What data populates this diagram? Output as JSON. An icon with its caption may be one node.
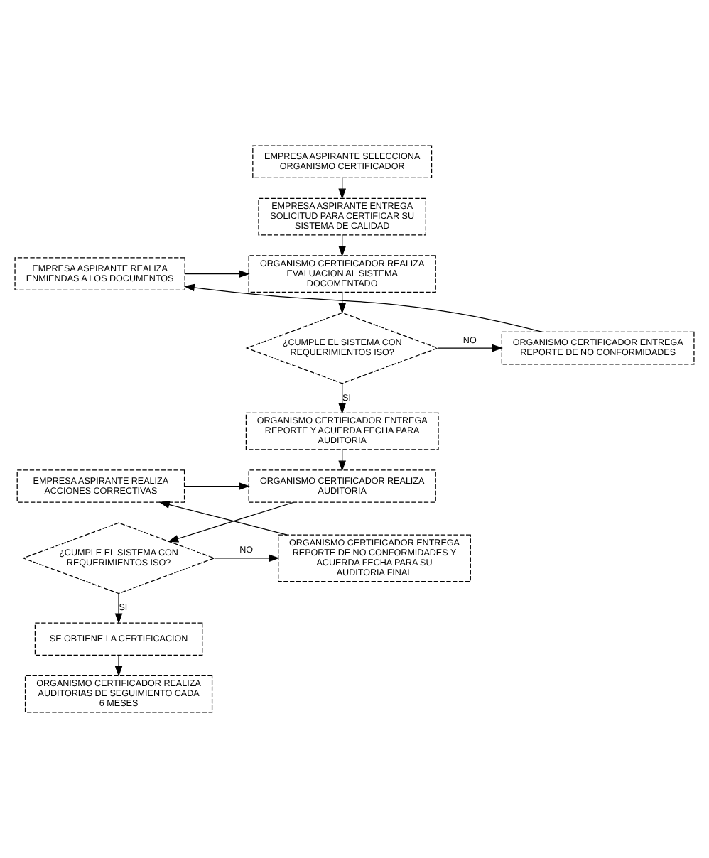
{
  "diagram": {
    "nodes": [
      {
        "text": [
          "EMPRESA ASPIRANTE SELECCIONA ORGANISMO CERTIFICADOR"
        ]
      },
      {
        "text": [
          "EMPRESA ASPIRANTE ENTREGA SOLICITUD PARA CERTIFICAR SU SISTEMA DE CALIDAD"
        ]
      },
      {
        "text": [
          "EMPRESA ASPIRANTE REALIZA ENMIENDAS A LOS DOCUMENTOS"
        ]
      },
      {
        "text": [
          "ORGANISMO CERTIFICADOR REALIZA EVALUACION AL SISTEMA DOCOMENTADO"
        ]
      },
      {
        "text": [
          "ORGANISMO CERTIFICADOR ENTREGA REPORTE DE NO CONFORMIDADES"
        ]
      },
      {
        "text": [
          "¿CUMPLE EL SISTEMA CON REQUERIMIENTOS ISO?"
        ]
      },
      {
        "text": [
          "ORGANISMO CERTIFICADOR ENTREGA REPORTE Y ACUERDA FECHA PARA AUDITORIA"
        ]
      },
      {
        "text": [
          "EMPRESA ASPIRANTE REALIZA ACCIONES CORRECTIVAS"
        ]
      },
      {
        "text": [
          "ORGANISMO CERTIFICADOR REALIZA AUDITORIA"
        ]
      },
      {
        "text": [
          "ORGANISMO CERTIFICADOR ENTREGA REPORTE DE NO CONFORMIDADES Y ACUERDA FECHA PARA SU AUDITORIA FINAL"
        ]
      },
      {
        "text": [
          "¿CUMPLE EL SISTEMA CON REQUERIMIENTOS ISO?"
        ]
      },
      {
        "text": [
          "SE OBTIENE LA CERTIFICACION"
        ]
      },
      {
        "text": [
          "ORGANISMO CERTIFICADOR REALIZA AUDITORIAS DE SEGUIMIENTO CADA 6 MESES"
        ]
      }
    ],
    "edges": [
      {
        "from": 0,
        "to": 1,
        "arrow": "to"
      },
      {
        "from": 1,
        "to": 3,
        "arrow": "to"
      },
      {
        "from": 3,
        "to": 5,
        "arrow": "to"
      },
      {
        "from": 5,
        "to": 4,
        "arrow": "to",
        "label": "NO"
      },
      {
        "from": 4,
        "to": 2,
        "arrow": "to"
      },
      {
        "from": 2,
        "to": 3,
        "arrow": "to"
      },
      {
        "from": 5,
        "to": 6,
        "arrow": "to",
        "label": "SI"
      },
      {
        "from": 6,
        "to": 8,
        "arrow": "to"
      },
      {
        "from": 8,
        "to": 10,
        "arrow": "to"
      },
      {
        "from": 10,
        "to": 9,
        "arrow": "to",
        "label": "NO"
      },
      {
        "from": 9,
        "to": 7,
        "arrow": "to"
      },
      {
        "from": 7,
        "to": 8,
        "arrow": "to"
      },
      {
        "from": 10,
        "to": 11,
        "arrow": "to",
        "label": "SI"
      },
      {
        "from": 11,
        "to": 12,
        "arrow": "to"
      }
    ]
  }
}
